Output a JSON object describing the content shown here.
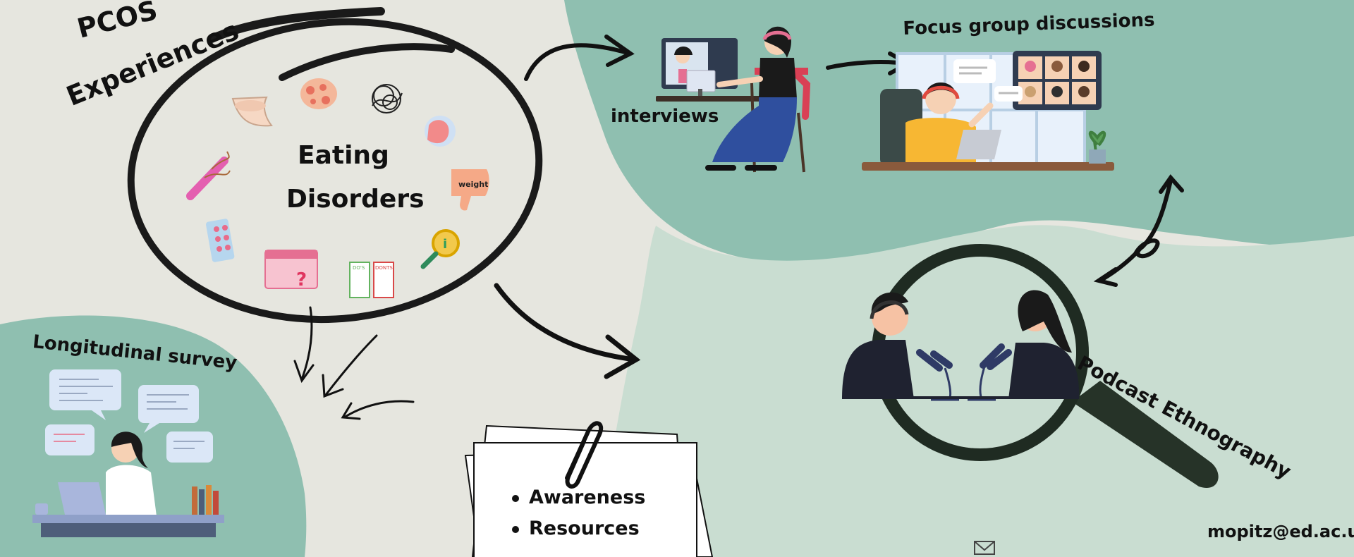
{
  "labels": {
    "pcos_line1": "PCOS",
    "pcos_line2": "Experiences",
    "eating_line1": "Eating",
    "eating_line2": "Disorders",
    "interviews": "interviews",
    "focus_group": "Focus group discussions",
    "longitudinal": "Longitudinal survey",
    "podcast": "Podcast Ethnography",
    "email": "mopitz@ed.ac.uk"
  },
  "note": {
    "items": [
      "Awareness",
      "Resources"
    ]
  },
  "symptom_icons": {
    "weight_label": "weight",
    "icons": [
      "neck-icon",
      "acne-icon",
      "tangle-icon",
      "stomach-icon",
      "hair-icon",
      "thumbs-down-icon",
      "pills-icon",
      "calendar-icon",
      "dos-donts-icon",
      "magnifier-info-icon"
    ]
  },
  "colors": {
    "background": "#e6e6df",
    "teal_dark": "#8fbfb0",
    "teal_light": "#c9ddd1",
    "ink": "#111111",
    "accent_pink": "#f0a0b4",
    "accent_yellow": "#f7b733",
    "accent_blue": "#3a5fa8"
  }
}
